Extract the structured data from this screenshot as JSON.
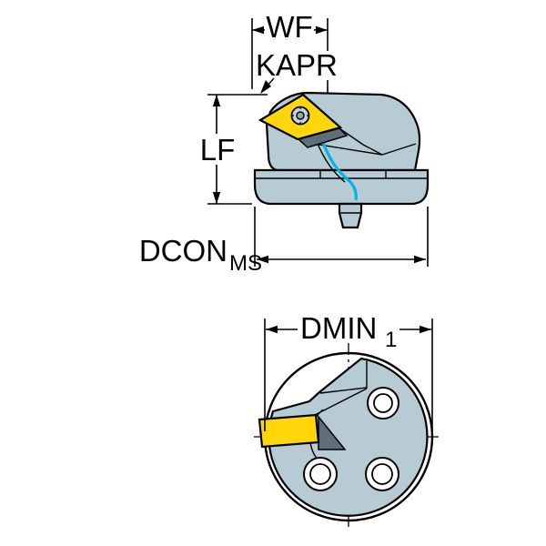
{
  "labels": {
    "wf": "WF",
    "kapr": "KAPR",
    "lf": "LF",
    "dcon": "DCON",
    "dcon_sub": "MS",
    "dmin": "DMIN",
    "dmin_sub": "1"
  },
  "colors": {
    "body": "#b7cbd4",
    "body_shadow": "#5d6f78",
    "insert": "#ffd60a",
    "screw": "#c9d2d8",
    "screw_center": "#93a5ae",
    "coolant": "#00b4e6",
    "outline": "#000000",
    "background": "#ffffff"
  }
}
